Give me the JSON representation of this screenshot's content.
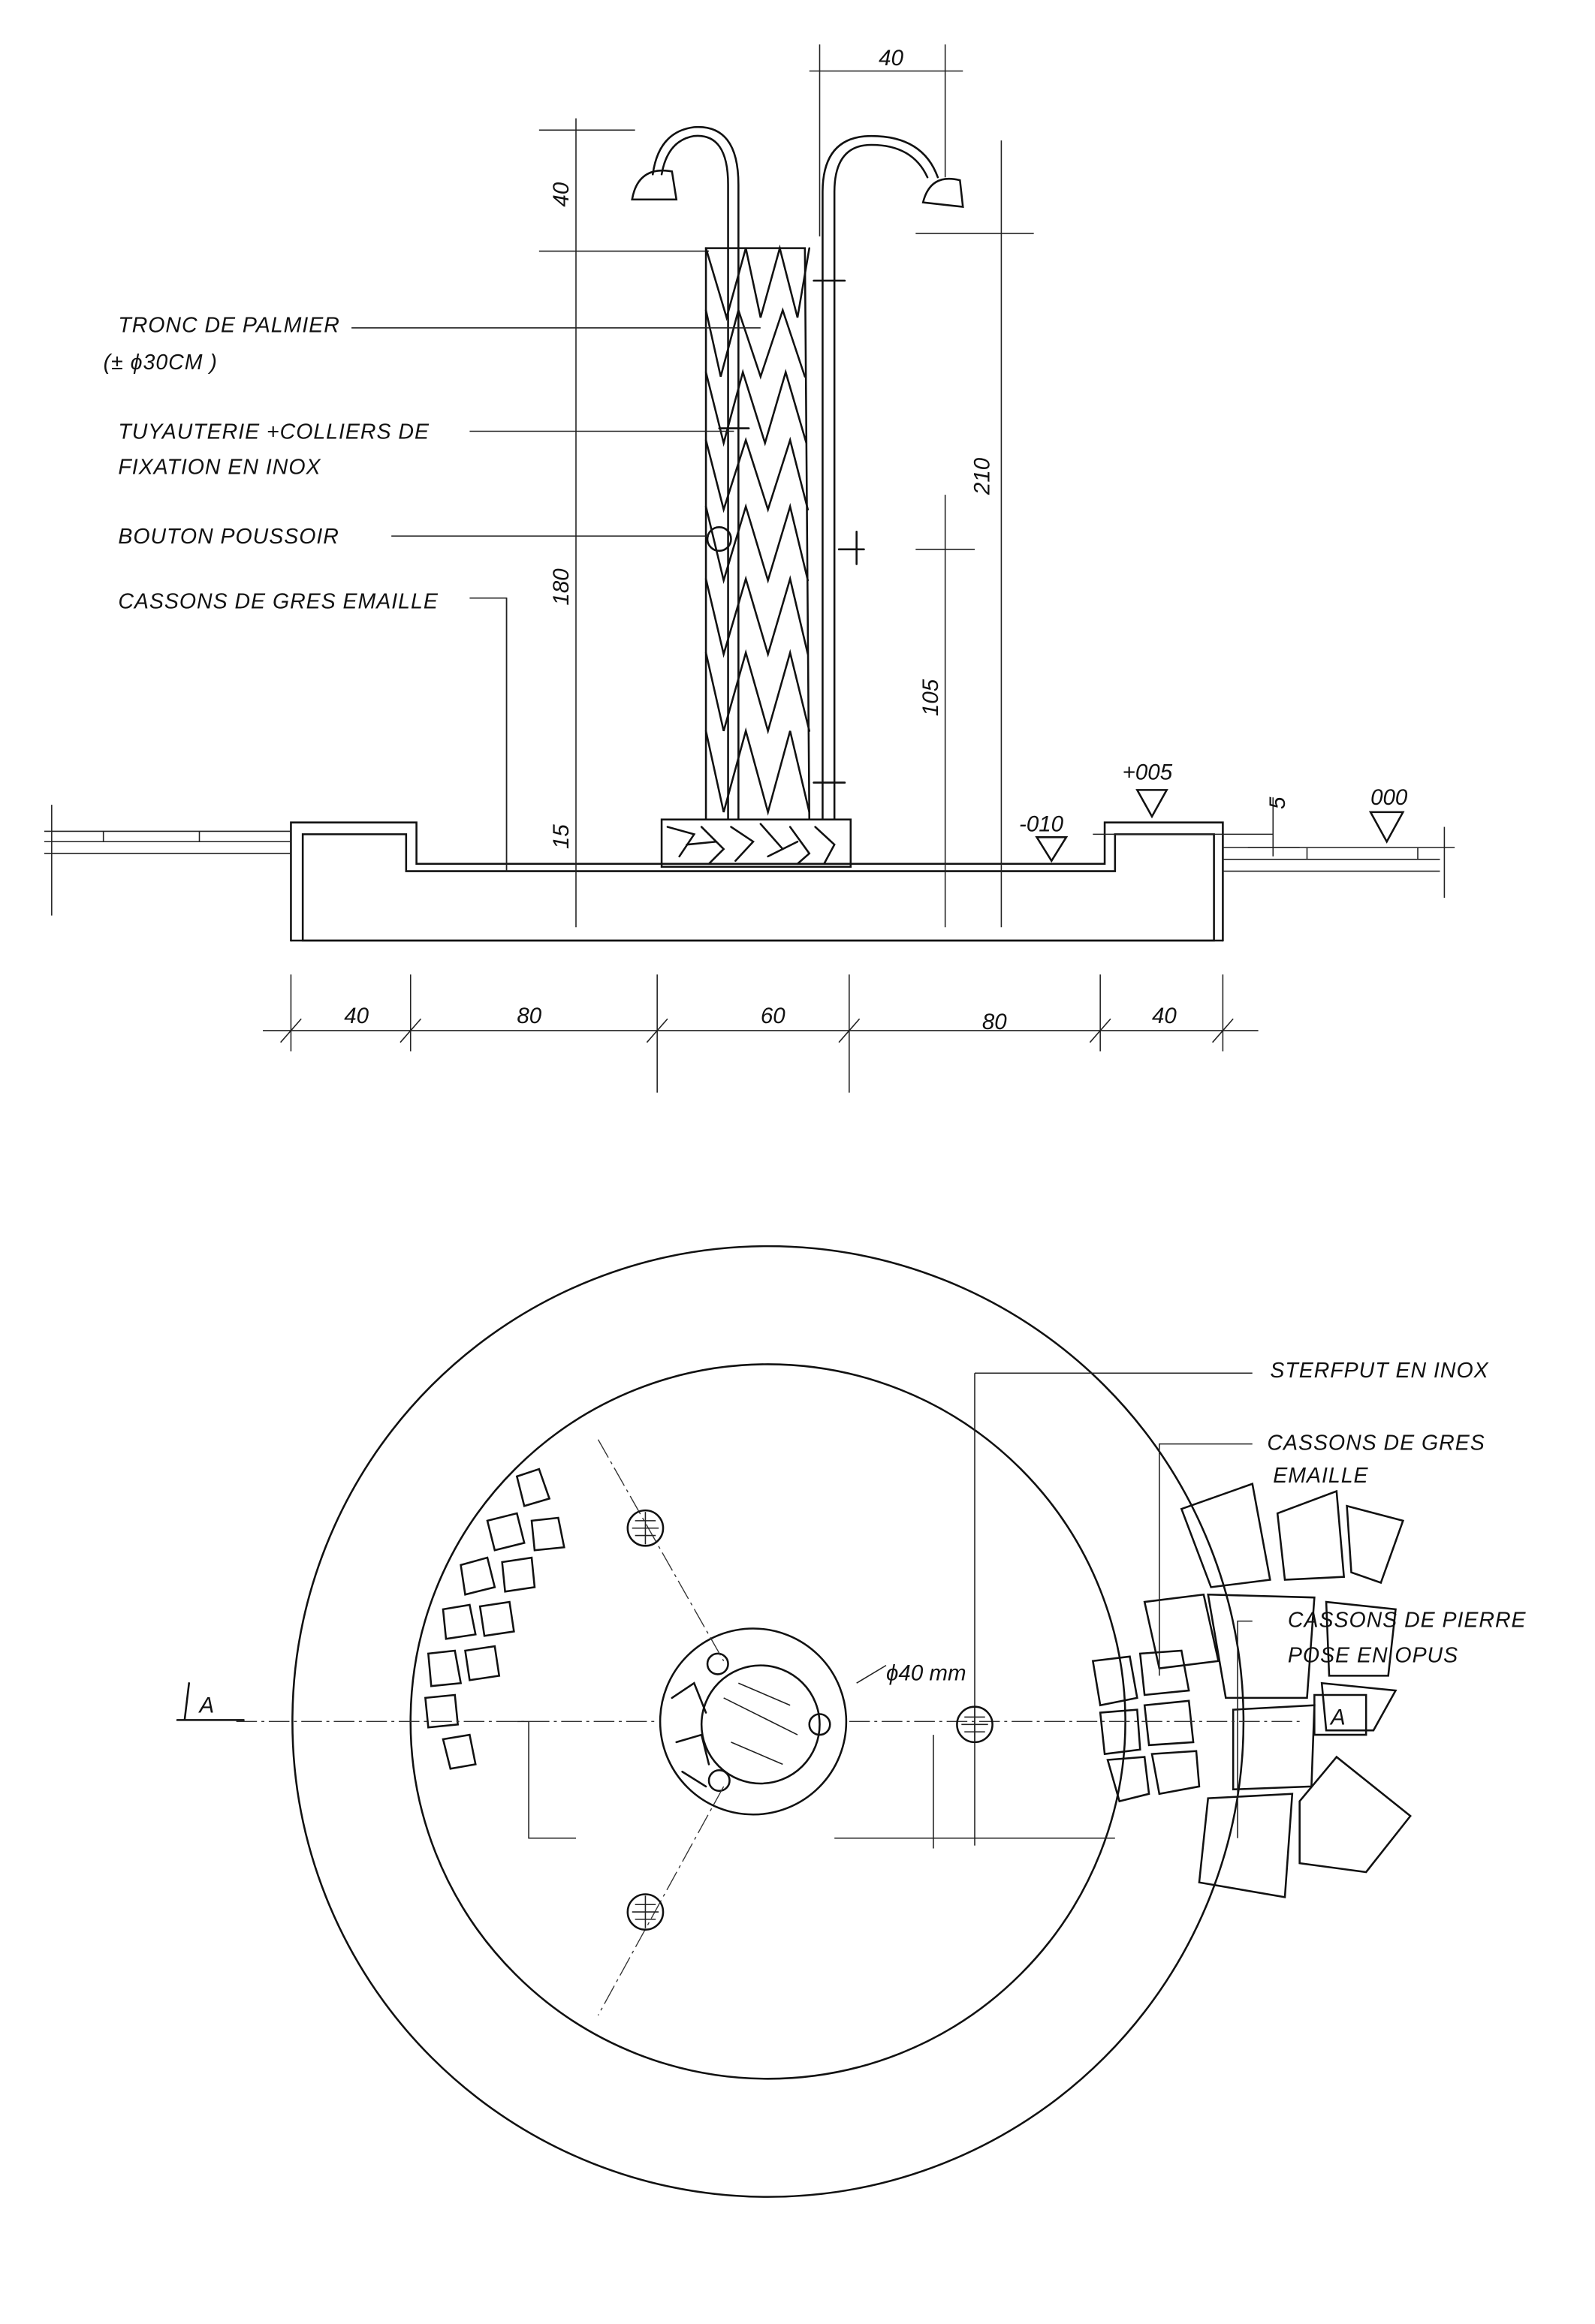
{
  "elevation": {
    "labels": {
      "trunk_line1": "TRONC DE PALMIER",
      "trunk_line2": "(± ϕ30CM )",
      "pipe_line1": "TUYAUTERIE +COLLIERS DE",
      "pipe_line2": "FIXATION EN INOX",
      "button": "BOUTON POUSSOIR",
      "tiles": "CASSONS DE GRES EMAILLE"
    },
    "dimensions": {
      "head_offset": "40",
      "head_height": "40",
      "button_height": "180",
      "total_height": "210",
      "right_button_height": "105",
      "basin_depth": "15",
      "step": "5"
    },
    "levels": {
      "rim": "+005",
      "basin": "-010",
      "ground": "000"
    },
    "bottom_dimensions": [
      "40",
      "80",
      "60",
      "80",
      "40"
    ]
  },
  "plan": {
    "labels": {
      "drain_line1": "STERFPUT EN INOX",
      "tiles_line1": "CASSONS DE GRES",
      "tiles_line2": "EMAILLE",
      "stone_line1": "CASSONS DE PIERRE",
      "stone_line2": "POSE EN OPUS"
    },
    "diameter": "ϕ40 mm",
    "section_left": "A",
    "section_right": "A"
  }
}
